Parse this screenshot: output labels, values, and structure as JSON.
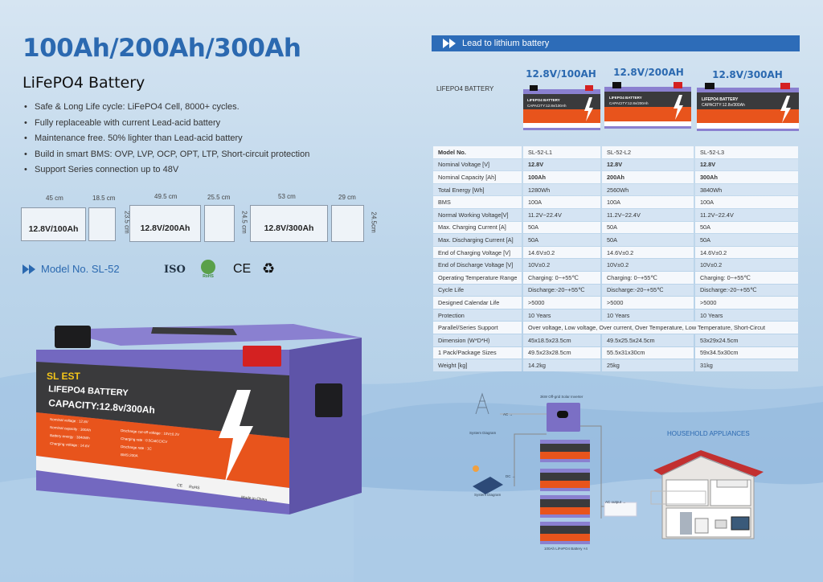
{
  "hero": {
    "title": "100Ah/200Ah/300Ah",
    "subtitle": "LiFePO4 Battery"
  },
  "features": [
    "Safe & Long Life cycle: LiFePO4 Cell, 8000+ cycles.",
    "Fully replaceable with current Lead-acid battery",
    "Maintenance free. 50% lighter than Lead-acid battery",
    "Build in smart BMS: OVP, LVP, OCP, OPT, LTP, Short-circuit protection",
    "Support Series connection up to 48V"
  ],
  "dimensions": [
    {
      "label": "12.8V/100Ah",
      "width": "45 cm",
      "depth": "18.5 cm",
      "height": "23.5 cm"
    },
    {
      "label": "12.8V/200Ah",
      "width": "49.5 cm",
      "depth": "25.5 cm",
      "height": "24.5 cm"
    },
    {
      "label": "12.8V/300Ah",
      "width": "53 cm",
      "depth": "29 cm",
      "height": "24.5cm"
    }
  ],
  "model_no": "Model No. SL-52",
  "certifications": [
    "ISO",
    "RoHS",
    "CE",
    "recycle"
  ],
  "battery_label": {
    "brand": "SL EST",
    "line1": "LIFEPO4 BATTERY",
    "line2": "CAPACITY:12.8v/300Ah",
    "specs_left": [
      "Nominal voltage : 12.8V",
      "Nominal capacity : 300Ah",
      "Battery energy : 3840Wh",
      "Charging voltage : 14.6V"
    ],
    "specs_right": [
      "Discharge cut-off voltage : 10V±0.2V",
      "Charging rate : 0.5CatCC/CV",
      "Discharge rate : 1C",
      "BMS:200A"
    ],
    "footer": "Made in China",
    "marks": [
      "CE",
      "RoHS"
    ]
  },
  "comparison": {
    "header": "Lead to lithium battery",
    "row_label": "LIFEPO4 BATTERY",
    "models": [
      "12.8V/100AH",
      "12.8V/200AH",
      "12.8V/300AH"
    ],
    "thumb_line1": "LIFEPO4 BATTERY",
    "thumb_caps": [
      "CAPACITY:12.8v/100Ah",
      "CAPACITY:12.8v/200Ah",
      "CAPACITY:12.8v/300Ah"
    ]
  },
  "spec_table": {
    "rows": [
      [
        "Model No.",
        "SL-52-L1",
        "SL-52-L2",
        "SL-52-L3"
      ],
      [
        "Nominal Voltage [V]",
        "12.8V",
        "12.8V",
        "12.8V"
      ],
      [
        "Nominal Capacity [Ah]",
        "100Ah",
        "200Ah",
        "300Ah"
      ],
      [
        "Total Energy [Wh]",
        "1280Wh",
        "2560Wh",
        "3840Wh"
      ],
      [
        "BMS",
        "100A",
        "100A",
        "100A"
      ],
      [
        "Normal Working Voltage[V]",
        "11.2V~22.4V",
        "11.2V~22.4V",
        "11.2V~22.4V"
      ],
      [
        "Max. Charging Current [A]",
        "50A",
        "50A",
        "50A"
      ],
      [
        "Max. Discharging Current [A]",
        "50A",
        "50A",
        "50A"
      ],
      [
        "End of Charging Voltage [V]",
        "14.6V±0.2",
        "14.6V±0.2",
        "14.6V±0.2"
      ],
      [
        "End of Discharge Voltage [V]",
        "10V±0.2",
        "10V±0.2",
        "10V±0.2"
      ],
      [
        "Operating Temperature Range",
        "Charging: 0~+55℃",
        "Charging: 0~+55℃",
        "Charging: 0~+55℃"
      ],
      [
        "Cycle Life",
        "Discharge:-20~+55℃",
        "Discharge:-20~+55℃",
        "Discharge:-20~+55℃"
      ],
      [
        "Designed Calendar Life",
        ">5000",
        ">5000",
        ">5000"
      ],
      [
        "Protection",
        "10 Years",
        "10 Years",
        "10 Years"
      ],
      [
        "Parallel/Series Support",
        "Over voltage, Low voltage, Over current, Over Temperature, Low Temperature, Short-Circut"
      ],
      [
        "Dimension (W*D*H)",
        "45x18.5x23.5cm",
        "49.5x25.5x24.5cm",
        "53x29x24.5cm"
      ],
      [
        "1 Pack/Package Sizes",
        "49.5x23x28.5cm",
        "55.5x31x30cm",
        "59x34.5x30cm"
      ],
      [
        "Weight [kg]",
        "14.2kg",
        "25kg",
        "31kg"
      ]
    ]
  },
  "system_diagram": {
    "inverter": "3kW Off-grid Solar Inverter",
    "grid_label": "System Diagram",
    "solar_label": "System Diagram",
    "ac_in": "AC →",
    "dc_in": "DC →",
    "ac_output": "AC output →",
    "battery_bank": "100Ah LiFePO4 Battery ×4",
    "household": "HOUSEHOLD APPLIANCES"
  },
  "colors": {
    "accent": "#2b69b0",
    "header_bar": "#2d6cb8",
    "battery_purple": "#7a6fc4",
    "label_orange": "#e8541c",
    "label_dark": "#3a3a3c"
  }
}
